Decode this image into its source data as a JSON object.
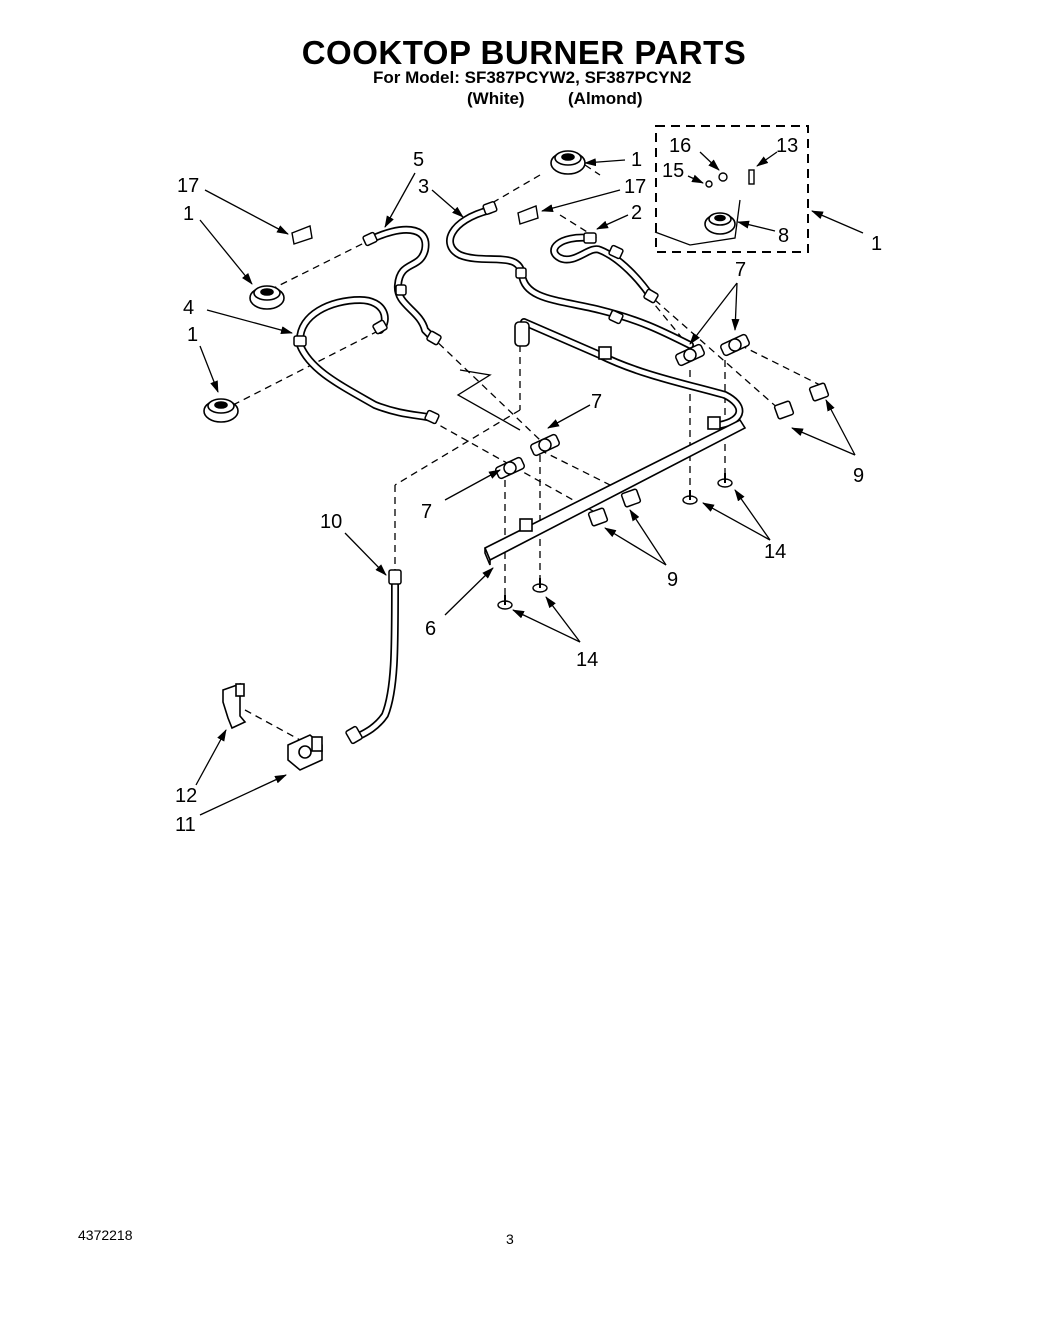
{
  "header": {
    "title": "COOKTOP BURNER PARTS",
    "model_line": "For Model: SF387PCYW2, SF387PCYN2",
    "color_white": "(White)",
    "color_almond": "(Almond)"
  },
  "callouts": {
    "c17a": "17",
    "c1a": "1",
    "c5": "5",
    "c3": "3",
    "c1b": "1",
    "c17b": "17",
    "c2": "2",
    "c16": "16",
    "c13": "13",
    "c15": "15",
    "c8": "8",
    "c1c": "1",
    "c4": "4",
    "c1d": "1",
    "c7a": "7",
    "c7b": "7",
    "c7c": "7",
    "c9a": "9",
    "c9b": "9",
    "c10": "10",
    "c14a": "14",
    "c14b": "14",
    "c6": "6",
    "c12": "12",
    "c11": "11"
  },
  "footer": {
    "doc_number": "4372218",
    "page_number": "3"
  }
}
